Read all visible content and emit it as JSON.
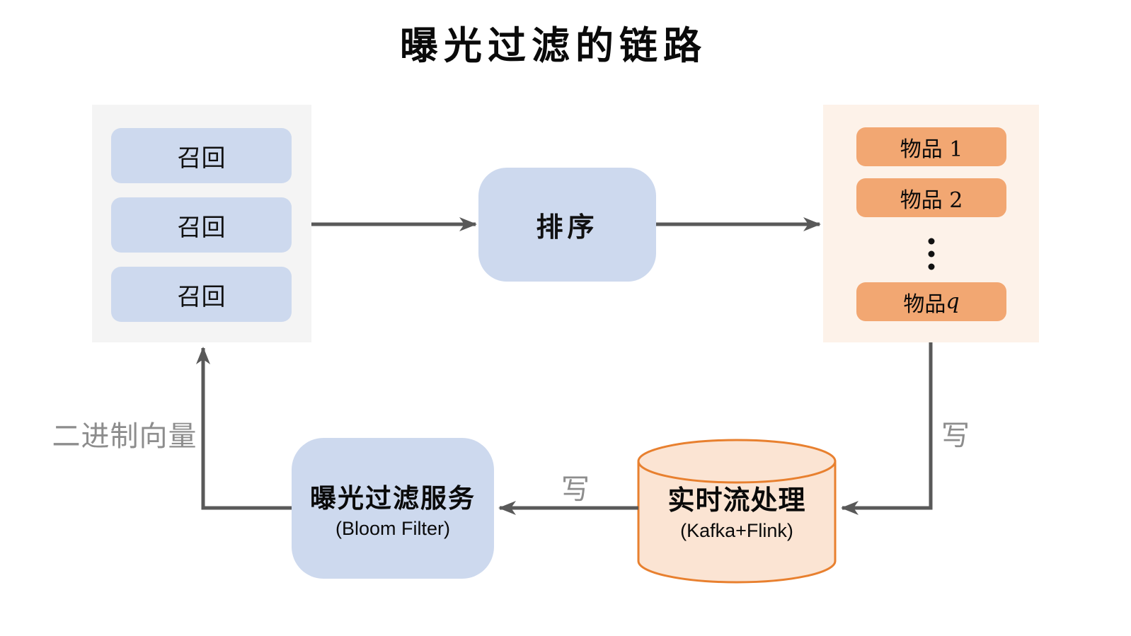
{
  "title": "曝光过滤的链路",
  "recall_panel": {
    "boxes": [
      {
        "label": "召回"
      },
      {
        "label": "召回"
      },
      {
        "label": "召回"
      }
    ]
  },
  "rank_box": {
    "label": "排序"
  },
  "items_panel": {
    "boxes": [
      {
        "text": "物品 1",
        "var": ""
      },
      {
        "text": "物品 2",
        "var": ""
      },
      {
        "text": "物品 ",
        "var": "q"
      }
    ],
    "ellipsis_icon": "vertical-ellipsis"
  },
  "stream_db": {
    "label": "实时流处理",
    "sublabel": "(Kafka+Flink)"
  },
  "filter_service": {
    "label": "曝光过滤服务",
    "sublabel": "(Bloom Filter)"
  },
  "edge_labels": {
    "write_to_stream": "写",
    "write_to_filter": "写",
    "binary_vector": "二进制向量"
  },
  "colors": {
    "process_blue": "#cdd9ee",
    "panel_gray": "#f4f4f4",
    "panel_orange": "#fdf2e9",
    "item_orange": "#f2a772",
    "cylinder_fill": "#fbe4d3",
    "cylinder_stroke": "#e8802f",
    "arrow_gray": "#595959",
    "label_gray": "#8d8d8d"
  }
}
